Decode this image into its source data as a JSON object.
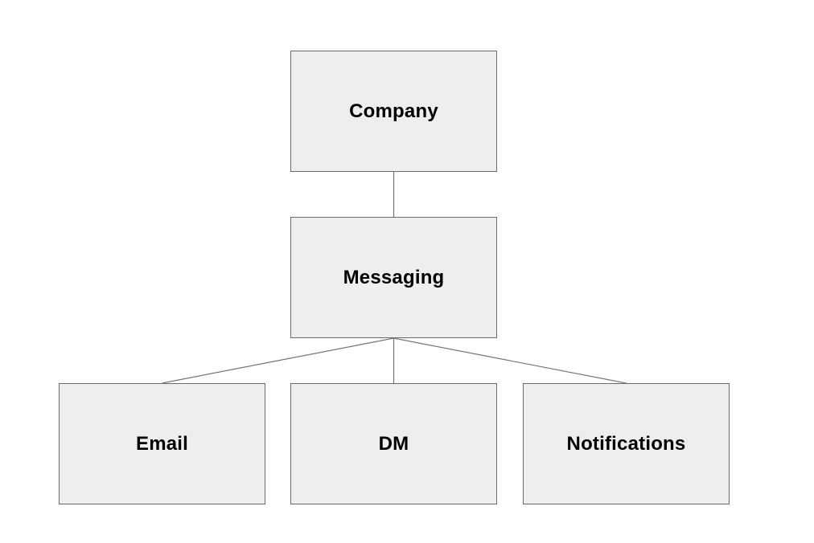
{
  "diagram": {
    "type": "tree",
    "nodes": [
      {
        "id": "company",
        "label": "Company"
      },
      {
        "id": "messaging",
        "label": "Messaging"
      },
      {
        "id": "email",
        "label": "Email"
      },
      {
        "id": "dm",
        "label": "DM"
      },
      {
        "id": "notifications",
        "label": "Notifications"
      }
    ],
    "edges": [
      {
        "from": "company",
        "to": "messaging"
      },
      {
        "from": "messaging",
        "to": "email"
      },
      {
        "from": "messaging",
        "to": "dm"
      },
      {
        "from": "messaging",
        "to": "notifications"
      }
    ],
    "colors": {
      "background": "#ffffff",
      "node_fill": "#eeeeee",
      "node_border": "#6b6b6b",
      "edge_line": "#757575",
      "label_text": "#000000"
    }
  }
}
